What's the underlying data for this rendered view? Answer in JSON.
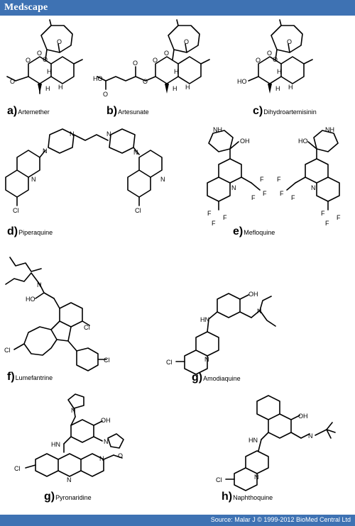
{
  "header": {
    "brand": "Medscape"
  },
  "footer": {
    "source": "Source: Malar J © 1999-2012 BioMed Central Ltd"
  },
  "molecules": [
    {
      "letter": "a",
      "name": "Artemether",
      "atoms": [
        "O",
        "O",
        "O",
        "O",
        "H",
        "H",
        "H",
        "O"
      ]
    },
    {
      "letter": "b",
      "name": "Artesunate",
      "atoms": [
        "HO",
        "O",
        "O",
        "O",
        "O",
        "O",
        "O",
        "H",
        "H",
        "H"
      ]
    },
    {
      "letter": "c",
      "name": "Dihydroartemisinin",
      "atoms": [
        "O",
        "O",
        "O",
        "O",
        "HO",
        "H",
        "H",
        "H"
      ]
    },
    {
      "letter": "d",
      "name": "Piperaquine",
      "atoms": [
        "N",
        "N",
        "N",
        "N",
        "N",
        "N",
        "Cl",
        "Cl"
      ]
    },
    {
      "letter": "e",
      "name": "Mefloquine",
      "atoms": [
        "NH",
        "OH",
        "N",
        "F",
        "F",
        "F",
        "F",
        "F",
        "F",
        "HO",
        "NH",
        "N",
        "F",
        "F",
        "F",
        "F",
        "F",
        "F"
      ]
    },
    {
      "letter": "f",
      "name": "Lumefantrine",
      "atoms": [
        "N",
        "HO",
        "Cl",
        "Cl",
        "Cl"
      ]
    },
    {
      "letter": "g",
      "name": "Amodiaquine",
      "atoms": [
        "OH",
        "HN",
        "N",
        "N",
        "Cl"
      ]
    },
    {
      "letter": "g",
      "name": "Pyronaridine",
      "atoms": [
        "N",
        "OH",
        "N",
        "HN",
        "N",
        "N",
        "O",
        "Cl"
      ]
    },
    {
      "letter": "h",
      "name": "Naphthoquine",
      "atoms": [
        "OH",
        "HN",
        "N",
        "N",
        "Cl"
      ]
    }
  ],
  "colors": {
    "bar": "#3e72b3",
    "text": "#000000",
    "background": "#ffffff"
  }
}
